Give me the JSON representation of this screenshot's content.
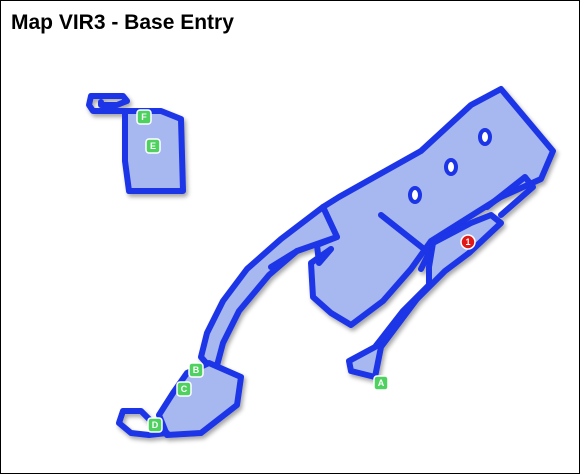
{
  "map": {
    "title": "Map VIR3 - Base Entry"
  },
  "markers": [
    {
      "id": "marker-a",
      "label": "A",
      "kind": "letter",
      "color": "#4fd160"
    },
    {
      "id": "marker-b",
      "label": "B",
      "kind": "letter",
      "color": "#4fd160"
    },
    {
      "id": "marker-c",
      "label": "C",
      "kind": "letter",
      "color": "#4fd160"
    },
    {
      "id": "marker-d",
      "label": "D",
      "kind": "letter",
      "color": "#4fd160"
    },
    {
      "id": "marker-e",
      "label": "E",
      "kind": "letter",
      "color": "#4fd160"
    },
    {
      "id": "marker-f",
      "label": "F",
      "kind": "letter",
      "color": "#4fd160"
    },
    {
      "id": "marker-1",
      "label": "1",
      "kind": "number",
      "color": "#e01818"
    }
  ],
  "colors": {
    "wall": "#1d34e6",
    "floor": "#a7b7f0",
    "background": "#ffffff"
  }
}
